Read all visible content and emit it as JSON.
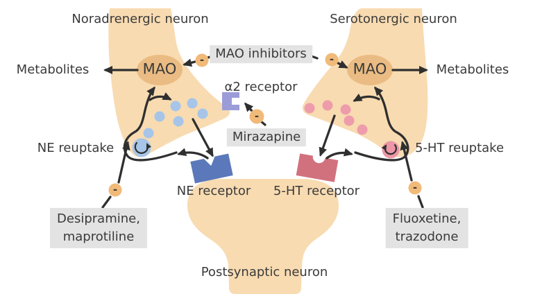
{
  "diagram": {
    "titles": {
      "noradrenergic": "Noradrenergic neuron",
      "serotonergic": "Serotonergic neuron",
      "postsynaptic": "Postsynaptic neuron"
    },
    "labels": {
      "metabolites": "Metabolites",
      "mao": "MAO",
      "mao_inhibitors": "MAO inhibitors",
      "alpha2_receptor": "α2 receptor",
      "mirazapine": "Mirazapine",
      "ne_reuptake": "NE reuptake",
      "ht_reuptake": "5-HT reuptake",
      "ne_receptor": "NE receptor",
      "ht_receptor": "5-HT receptor",
      "desipramine_line1": "Desipramine,",
      "desipramine_line2": "maprotiline",
      "fluoxetine_line1": "Fluoxetine,",
      "fluoxetine_line2": "trazodone",
      "minus": "-"
    },
    "colors": {
      "neuron_fill": "#f8dbb1",
      "mao_oval": "#eabc83",
      "blue_vesicle": "#a6c5e8",
      "blue_receptor": "#5b79ba",
      "blue_transporter": "#a6c5e8",
      "pink_vesicle": "#ee9cab",
      "pink_receptor": "#d2717e",
      "pink_transporter": "#ec96a6",
      "purple_receptor": "#9c9cd8",
      "inhibitor_circle": "#f1ba79",
      "label_bg": "#e3e3e3",
      "arrow": "#2f2f2f",
      "text": "#3a3a3a"
    }
  }
}
